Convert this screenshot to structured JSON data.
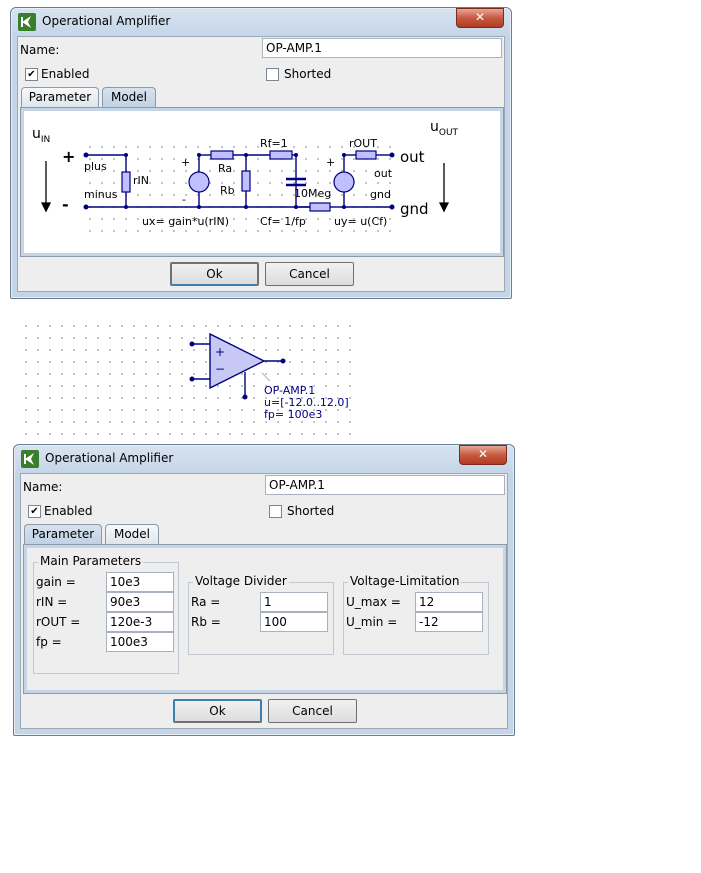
{
  "dialog_model": {
    "title": "Operational Amplifier",
    "close_label": "✕",
    "name_label": "Name:",
    "name_value": "OP-AMP.1",
    "enabled_label": "Enabled",
    "enabled_checked": true,
    "shorted_label": "Shorted",
    "tabs": [
      {
        "label": "Parameter"
      },
      {
        "label": "Model"
      }
    ],
    "active_tab": "Model",
    "ok_label": "Ok",
    "cancel_label": "Cancel",
    "schematic": {
      "uin": "u",
      "uin_sub": "IN",
      "uout": "u",
      "uout_sub": "OUT",
      "plus_sign": "+",
      "minus_sign": "-",
      "plus": "plus",
      "minus": "minus",
      "rin": "rIN",
      "ra": "Ra",
      "rb": "Rb",
      "rf": "Rf=1",
      "rout": "rOUT",
      "cap": "10Meg",
      "out": "out",
      "gnd": "gnd",
      "out_big": "out",
      "gnd_big": "gnd",
      "src_plus": "+",
      "src_minus": "-",
      "src2_plus": "+",
      "ux": "ux= gain*u(rIN)",
      "cf": "Cf= 1/fp",
      "uy": "uy= u(Cf)"
    }
  },
  "symbol": {
    "plus": "+",
    "minus": "−",
    "name": "OP-AMP.1",
    "range": "u=[-12.0..12.0]",
    "fp": "fp= 100e3"
  },
  "dialog_params": {
    "title": "Operational Amplifier",
    "close_label": "✕",
    "name_label": "Name:",
    "name_value": "OP-AMP.1",
    "enabled_label": "Enabled",
    "enabled_checked": true,
    "shorted_label": "Shorted",
    "tabs": [
      {
        "label": "Parameter"
      },
      {
        "label": "Model"
      }
    ],
    "active_tab": "Parameter",
    "main_group": {
      "title": "Main Parameters",
      "rows": [
        {
          "label": "gain =",
          "value": "10e3"
        },
        {
          "label": "rIN =",
          "value": "90e3"
        },
        {
          "label": "rOUT =",
          "value": "120e-3"
        },
        {
          "label": "fp =",
          "value": "100e3"
        }
      ]
    },
    "divider_group": {
      "title": "Voltage Divider",
      "rows": [
        {
          "label": "Ra =",
          "value": "1"
        },
        {
          "label": "Rb =",
          "value": "100"
        }
      ]
    },
    "limit_group": {
      "title": "Voltage-Limitation",
      "rows": [
        {
          "label": "U_max =",
          "value": "12"
        },
        {
          "label": "U_min =",
          "value": "-12"
        }
      ]
    },
    "ok_label": "Ok",
    "cancel_label": "Cancel"
  },
  "colors": {
    "wire": "#000080",
    "component_fill": "#c0c0ff",
    "symbol_fill": "#c8c8f4",
    "title_gradient": "#c4d5e8",
    "close_red": "#c75a41"
  }
}
